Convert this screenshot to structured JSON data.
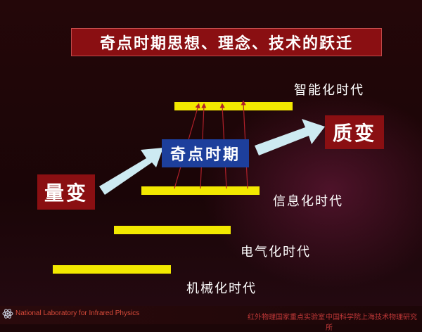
{
  "title": "奇点时期思想、理念、技术的跃迁",
  "eras": {
    "intelligent": "智能化时代",
    "information": "信息化时代",
    "electric": "电气化时代",
    "mechanical": "机械化时代"
  },
  "stages": {
    "quantitative": "量变",
    "singularity": "奇点时期",
    "qualitative": "质变"
  },
  "footer": {
    "lab": "National Laboratory for Infrared Physics",
    "key_lab": "红外物理国家重点实验室",
    "institute": "中国科学院上海技术物理研究所"
  },
  "colors": {
    "background": "#1c0608",
    "title_box": "#8a0f12",
    "bar": "#f2e800",
    "singularity_box": "#1d3f9c",
    "arrow": "#cdeaf2",
    "thin_arrows": "#b0202a"
  },
  "icons": [
    "atom-logo-icon",
    "right-arrow-icon"
  ]
}
